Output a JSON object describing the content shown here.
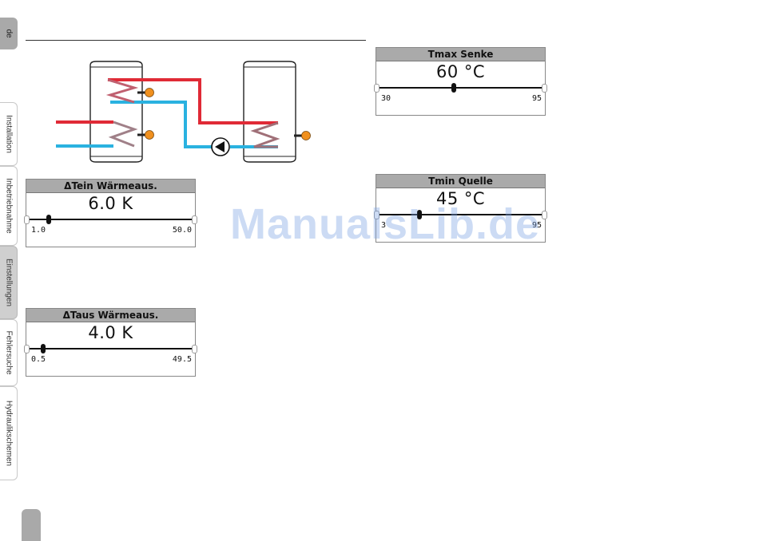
{
  "side_tabs": {
    "language": "de",
    "items": [
      {
        "label": "Installation",
        "active": false
      },
      {
        "label": "Inbetriebnahme",
        "active": false
      },
      {
        "label": "Einstellungen",
        "active": true
      },
      {
        "label": "Fehlersuche",
        "active": false
      },
      {
        "label": "Hydraulikschemen",
        "active": false
      }
    ]
  },
  "diagram": {
    "hot_pipe_color": "#e02a36",
    "cold_pipe_color": "#2ab2e0",
    "sensor_color": "#f0901e",
    "icons": [
      "storage-tank-icon",
      "heat-exchanger-icon",
      "pump-icon",
      "sensor-icon"
    ]
  },
  "displays": [
    {
      "title": "ΔTein Wärmeaus.",
      "value": "6.0 K",
      "min": "1.0",
      "max": "50.0",
      "slider_fraction": 0.12
    },
    {
      "title": "ΔTaus Wärmeaus.",
      "value": "4.0 K",
      "min": "0.5",
      "max": "49.5",
      "slider_fraction": 0.09
    },
    {
      "title": "Tmax Senke",
      "value": "60 °C",
      "min": "30",
      "max": "95",
      "slider_fraction": 0.46
    },
    {
      "title": "Tmin Quelle",
      "value": "45 °C",
      "min": "3",
      "max": "95",
      "slider_fraction": 0.25
    }
  ],
  "watermark": "ManualsLib.de"
}
